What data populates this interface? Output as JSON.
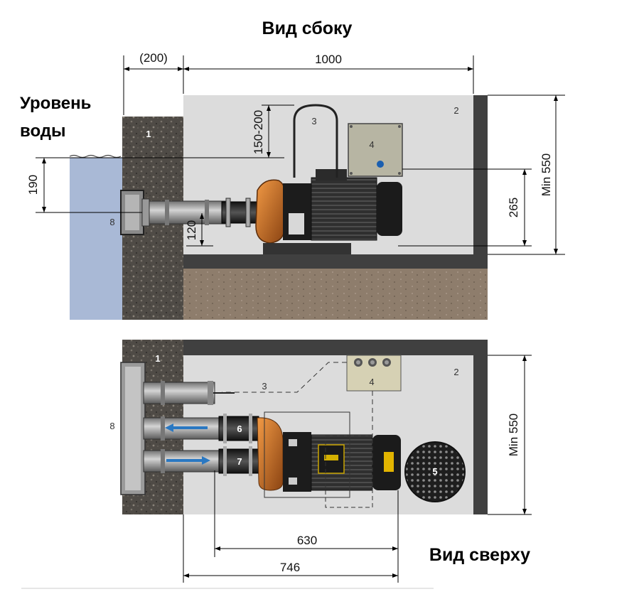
{
  "titles": {
    "side_view": "Вид сбоку",
    "top_view": "Вид сверху",
    "water_level_line1": "Уровень",
    "water_level_line2": "воды"
  },
  "dimensions": {
    "wall": "(200)",
    "length": "1000",
    "height_min": "Min 550",
    "width_min": "Min 550",
    "water_depth": "190",
    "clearance": "150-200",
    "axis_height": "265",
    "pipe_height": "120",
    "d630": "630",
    "d746": "746"
  },
  "labels": {
    "wall": "1",
    "pit": "2",
    "handle": "3",
    "control_box": "4",
    "grate": "5",
    "suction": "6",
    "return": "7",
    "panel": "8"
  },
  "colors": {
    "water": "#a9b9d6",
    "concrete": "#5a5650",
    "pit": "#dcdcdc",
    "pump_housing": "#c8691f",
    "motor": "#2b2b2b",
    "arrow": "#2a78c2"
  }
}
